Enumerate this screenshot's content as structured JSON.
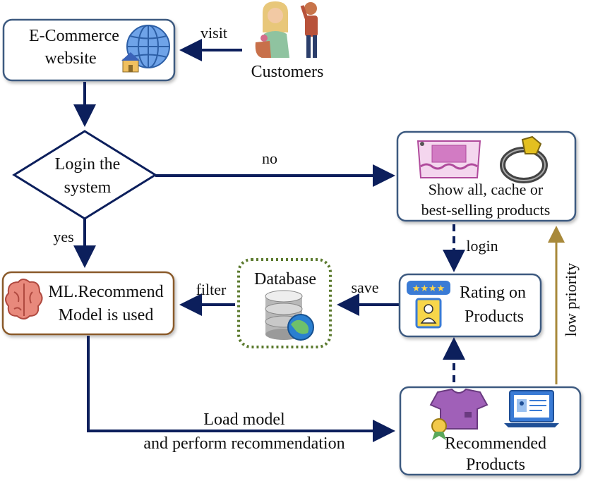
{
  "nodes": {
    "ecommerce": {
      "line1": "E-Commerce",
      "line2": "website"
    },
    "customers": {
      "label": "Customers"
    },
    "login": {
      "line1": "Login the",
      "line2": "system"
    },
    "show_all": {
      "line1": "Show all, cache or",
      "line2": "best-selling products"
    },
    "ml_model": {
      "line1": "ML.Recommend",
      "line2": "Model is used"
    },
    "database": {
      "label": "Database"
    },
    "rating": {
      "line1": "Rating on",
      "line2": "Products"
    },
    "recommended": {
      "line1": "Recommended",
      "line2": "Products"
    }
  },
  "edges": {
    "visit": "visit",
    "no": "no",
    "yes": "yes",
    "login": "login",
    "save": "save",
    "filter": "filter",
    "low_priority": "low priority",
    "load_line1": "Load model",
    "load_line2": "and perform recommendation"
  },
  "colors": {
    "arrow": "#0c1f5c",
    "box_border": "#3d5a80",
    "ml_border": "#8a5a2b",
    "db_border": "#5b7a2e",
    "low_priority_arrow": "#a8893a"
  }
}
